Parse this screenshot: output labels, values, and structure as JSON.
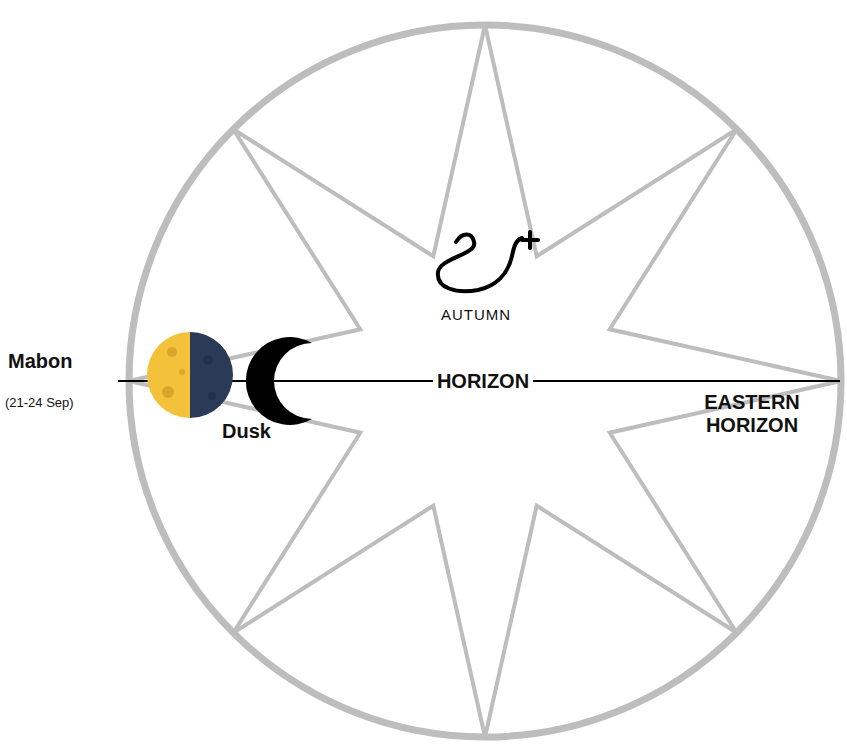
{
  "diagram": {
    "labels": [
      "Mabon",
      "(21-24 Sep)",
      "Dusk",
      "AUTUMN",
      "HORIZON",
      "EASTERN HORIZON"
    ]
  }
}
